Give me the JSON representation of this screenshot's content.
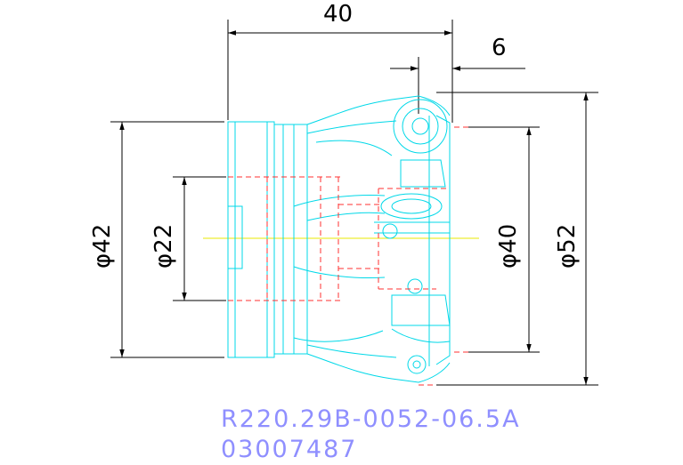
{
  "dimensions": {
    "width_top": "40",
    "offset_right": "6",
    "dia_42": "φ42",
    "dia_22": "φ22",
    "dia_40": "φ40",
    "dia_52": "φ52"
  },
  "title": {
    "part_number": "R220.29B-0052-06.5A",
    "code": "03007487"
  },
  "colors": {
    "outline": "#00d8e8",
    "hidden": "#ff3030",
    "centerline": "#e8e800",
    "dimension": "#000000",
    "title": "#8f8fff"
  }
}
